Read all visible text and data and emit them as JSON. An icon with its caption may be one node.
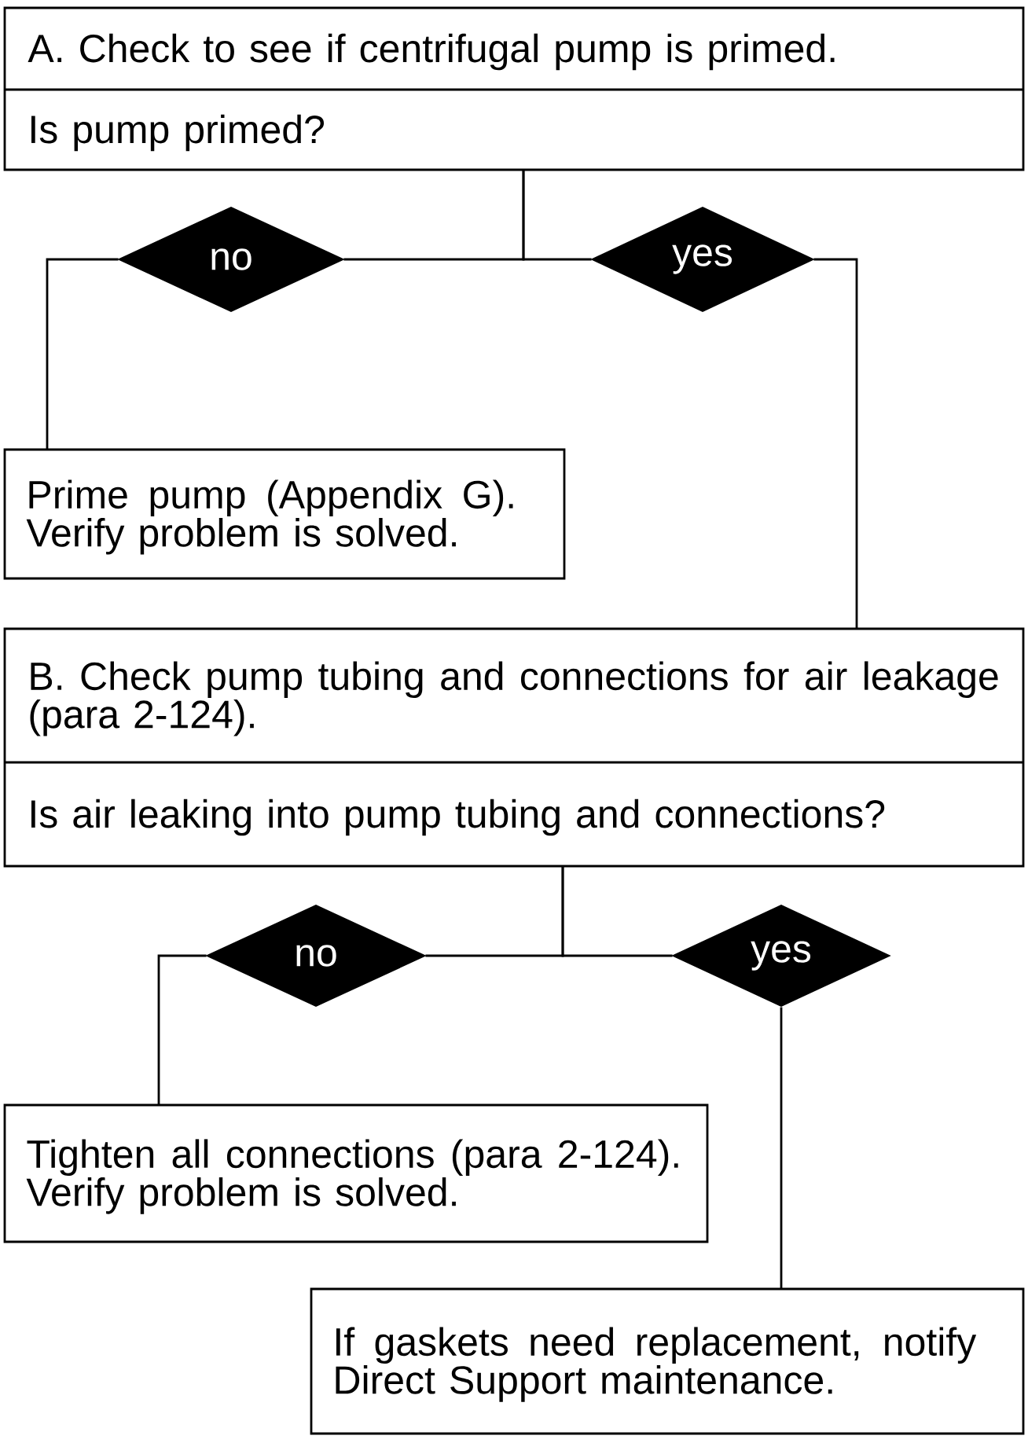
{
  "diagram": {
    "nodes": [
      {
        "text": [
          "A. Check to see if centrifugal pump is primed.",
          "Is pump primed?"
        ]
      },
      {
        "text": [
          "no"
        ]
      },
      {
        "text": [
          "yes"
        ]
      },
      {
        "text": [
          "Prime pump (Appendix G). Verify problem is solved."
        ]
      },
      {
        "text": [
          "B. Check pump tubing and connections for air leakage (para 2-124).",
          "Is air leaking into pump tubing and connections?"
        ]
      },
      {
        "text": [
          "no"
        ]
      },
      {
        "text": [
          "yes"
        ]
      },
      {
        "text": [
          "Tighten all connections (para 2-124). Verify problem is solved."
        ]
      },
      {
        "text": [
          "If gaskets need replacement, notify Direct Support maintenance."
        ]
      }
    ],
    "edges": [
      {
        "from": 0,
        "to": 1,
        "arrow": "none"
      },
      {
        "from": 0,
        "to": 2,
        "arrow": "none"
      },
      {
        "from": 1,
        "to": 3,
        "arrow": "none"
      },
      {
        "from": 2,
        "to": 4,
        "arrow": "none"
      },
      {
        "from": 4,
        "to": 5,
        "arrow": "none"
      },
      {
        "from": 4,
        "to": 6,
        "arrow": "none"
      },
      {
        "from": 5,
        "to": 7,
        "arrow": "none"
      },
      {
        "from": 6,
        "to": 8,
        "arrow": "none"
      }
    ]
  }
}
